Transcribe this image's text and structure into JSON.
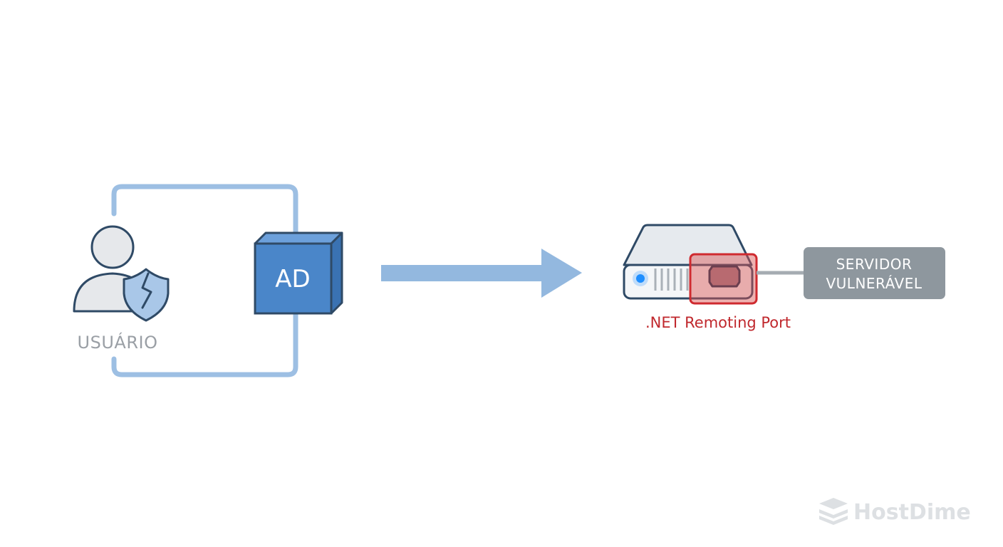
{
  "diagram": {
    "user": {
      "label": "USUÁRIO"
    },
    "ad": {
      "label": "AD"
    },
    "server": {
      "port_label": ".NET Remoting Port",
      "box_line1": "SERVIDOR",
      "box_line2": "VULNERÁVEL"
    }
  },
  "brand": {
    "name": "HostDime"
  },
  "colors": {
    "frame": "#9dbfe3",
    "arrow": "#93b8df",
    "cube_front": "#4a86c9",
    "cube_top": "#6ca0db",
    "cube_side": "#3a72b2",
    "outline": "#2f4a66",
    "server_body": "#e6eaee",
    "port_highlight": "#d9534f",
    "server_label_bg": "#8e979e",
    "led": "#1f8fff"
  }
}
